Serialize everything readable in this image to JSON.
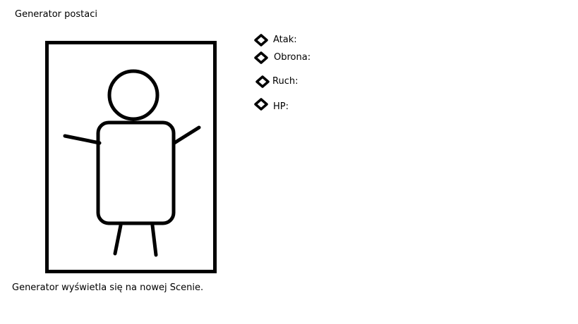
{
  "page": {
    "title": "Generator postaci",
    "footer_note": "Generator wyświetla się na nowej Scenie."
  },
  "character_preview": {
    "figure": "stick-figure-icon"
  },
  "stats": [
    {
      "label": "Atak:",
      "icon": "diamond-icon"
    },
    {
      "label": "Obrona:",
      "icon": "diamond-icon"
    },
    {
      "label": "Ruch:",
      "icon": "diamond-icon"
    },
    {
      "label": "HP:",
      "icon": "diamond-icon"
    }
  ],
  "colors": {
    "stroke": "#000000",
    "background": "#ffffff"
  }
}
